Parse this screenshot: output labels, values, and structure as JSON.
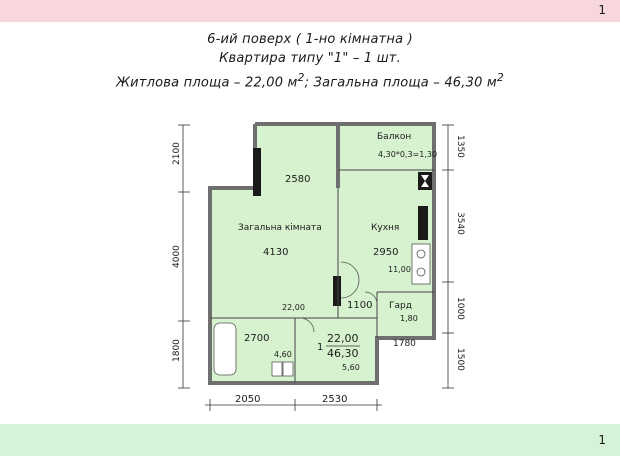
{
  "page": {
    "top_number": "1",
    "bottom_number": "1"
  },
  "header": {
    "line1": "6-ий поверх ( 1-но кімнатна )",
    "line2": "Квартира типу \"1\" – 1 шт.",
    "line3_a": "Житлова площа – 22,00 м",
    "line3_b": "; Загальна площа – 46,30 м",
    "sup": "2"
  },
  "rooms": {
    "balcony": {
      "name": "Балкон",
      "size": "4,30*0,3=1,30"
    },
    "living": {
      "name": "Загальна кімната",
      "width": "4130",
      "depth": "2580"
    },
    "kitchen": {
      "name": "Кухня",
      "width": "2950",
      "area": "11,00"
    },
    "wardrobe": {
      "name": "Гард",
      "area": "1,80"
    },
    "hall": {
      "width": "1100",
      "depth": "1780"
    },
    "bath": {
      "width": "2700",
      "area": "4,60"
    },
    "corridor": {
      "area": "5,60"
    },
    "summary": {
      "index": "1",
      "living_area": "22,00",
      "total_area": "46,30",
      "room_area": "22,00"
    }
  },
  "dims": {
    "left": [
      "2100",
      "4000",
      "1800"
    ],
    "right": [
      "1350",
      "3540",
      "1000",
      "1500"
    ],
    "bottom": [
      "2050",
      "2530"
    ]
  }
}
